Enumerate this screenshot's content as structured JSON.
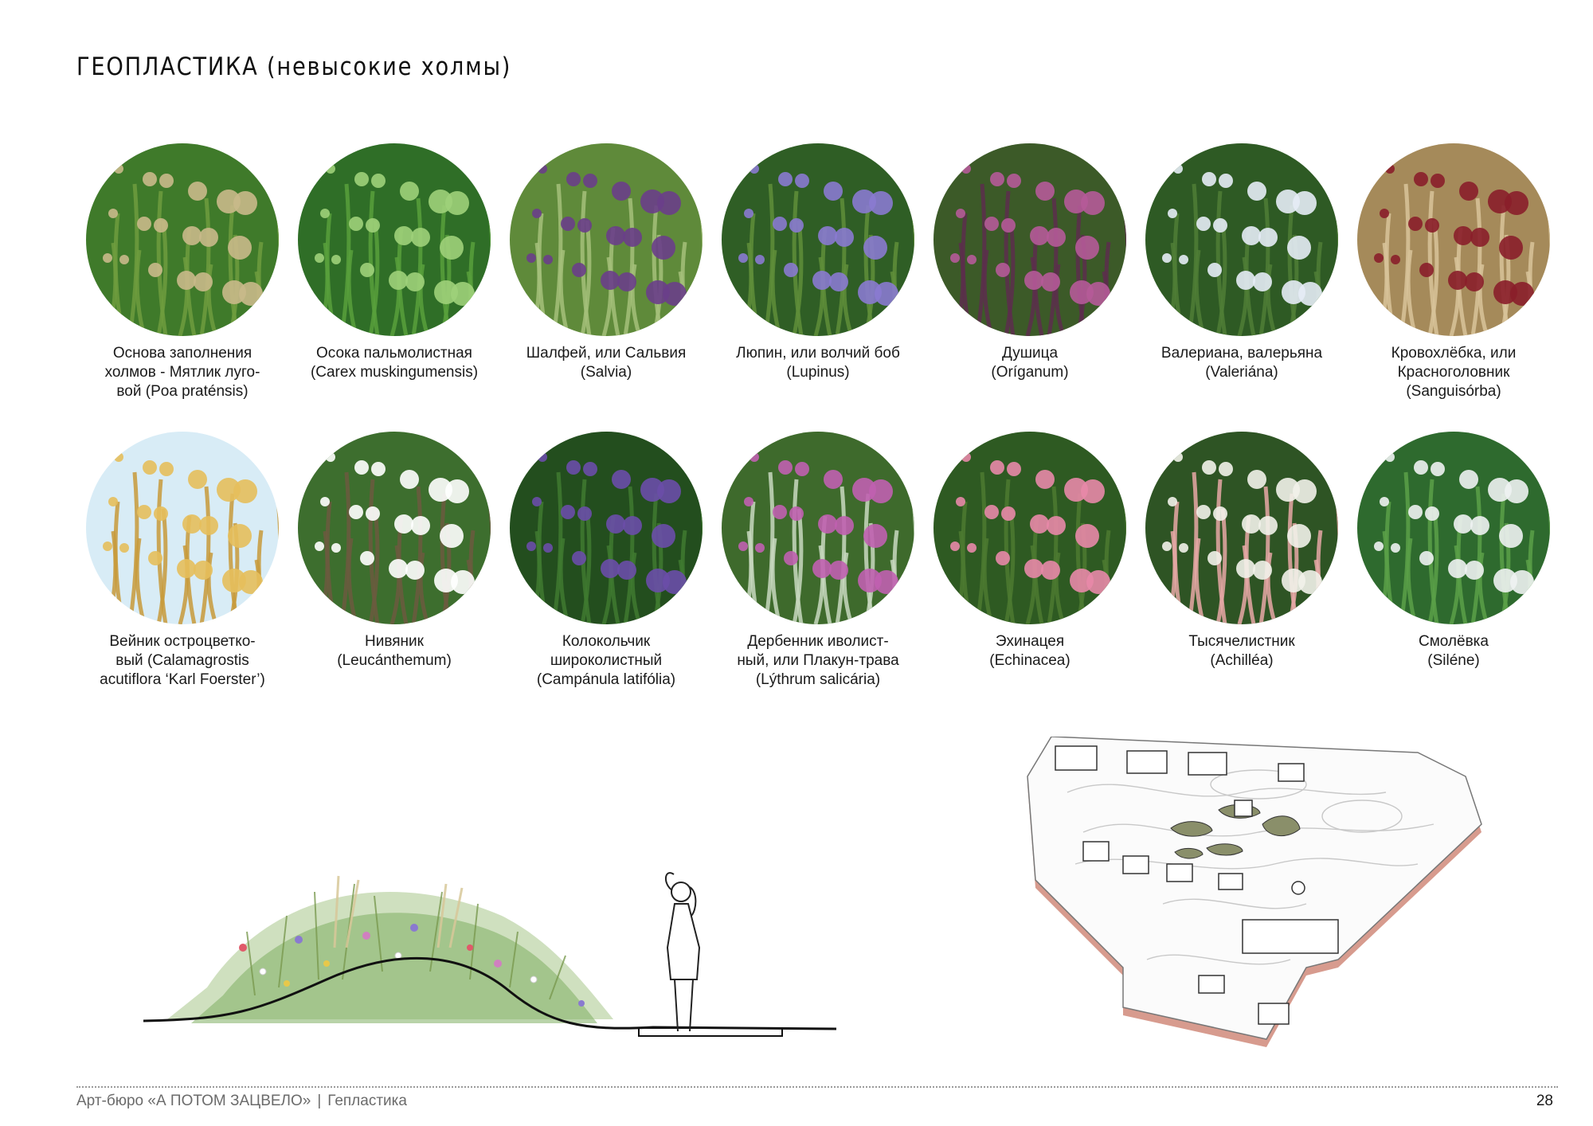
{
  "page": {
    "title": "ГЕОПЛАСТИКА (невысокие холмы)"
  },
  "plants": [
    {
      "lines": [
        "Основа заполнения",
        "холмов - Мятлик луго-",
        "вой (Poa praténsis)"
      ],
      "photo_colors": [
        "#3f7a2a",
        "#6f9c3e",
        "#c9b98a"
      ],
      "photo_icon": "meadow-grass-icon"
    },
    {
      "lines": [
        "Осока пальмолистная",
        "(Carex muskingumensis)"
      ],
      "photo_colors": [
        "#2f6e27",
        "#58a03c",
        "#9fd07a"
      ],
      "photo_icon": "sedge-icon"
    },
    {
      "lines": [
        "Шалфей, или Сальвия",
        "(Salvia)"
      ],
      "photo_colors": [
        "#5f8a3a",
        "#a4c07a",
        "#6a3e8a"
      ],
      "photo_icon": "salvia-icon"
    },
    {
      "lines": [
        "Люпин, или волчий боб",
        "(Lupinus)"
      ],
      "photo_colors": [
        "#2f5e25",
        "#5f8e3a",
        "#8a7ad0"
      ],
      "photo_icon": "lupine-icon"
    },
    {
      "lines": [
        "Душица",
        "(Oríganum)"
      ],
      "photo_colors": [
        "#3c5a28",
        "#5c2e4c",
        "#b55a98"
      ],
      "photo_icon": "oregano-icon"
    },
    {
      "lines": [
        "Валериана, валерьяна",
        "(Valeriána)"
      ],
      "photo_colors": [
        "#2e5a24",
        "#4f7e36",
        "#e6ecf6"
      ],
      "photo_icon": "valerian-icon"
    },
    {
      "lines": [
        "Кровохлёбка, или",
        "Красноголовник",
        "(Sanguisórba)"
      ],
      "photo_colors": [
        "#a58a5a",
        "#d8c39a",
        "#8a1e2a"
      ],
      "photo_icon": "burnet-icon"
    },
    {
      "lines": [
        "Вейник остроцветко-",
        "вый (Calamagrostis",
        "acutiflora ‘Karl Foerster’)"
      ],
      "photo_colors": [
        "#d8ecf6",
        "#c89a3a",
        "#e6bf5c"
      ],
      "photo_icon": "feather-reed-grass-icon"
    },
    {
      "lines": [
        "Нивяник",
        "(Leucánthemum)"
      ],
      "photo_colors": [
        "#3d6e2e",
        "#6b5a3e",
        "#ffffff"
      ],
      "photo_icon": "daisy-icon"
    },
    {
      "lines": [
        "Колокольчик",
        "широколистный",
        "(Campánula latifólia)"
      ],
      "photo_colors": [
        "#234e1e",
        "#3f7a30",
        "#6a4ea8"
      ],
      "photo_icon": "bellflower-icon"
    },
    {
      "lines": [
        "Дербенник иволист-",
        "ный, или Плакун-трава",
        "(Lýthrum salicária)"
      ],
      "photo_colors": [
        "#3e6a2c",
        "#c8d8c0",
        "#c060b0"
      ],
      "photo_icon": "loosestrife-icon"
    },
    {
      "lines": [
        "Эхинацея",
        "(Echinacea)"
      ],
      "photo_colors": [
        "#2e5a22",
        "#4c7a30",
        "#e888a8"
      ],
      "photo_icon": "echinacea-icon"
    },
    {
      "lines": [
        "Тысячелистник",
        "(Achilléa)"
      ],
      "photo_colors": [
        "#2e5424",
        "#e6a8a6",
        "#f2f2ea"
      ],
      "photo_icon": "yarrow-icon"
    },
    {
      "lines": [
        "Смолёвка",
        "(Siléne)"
      ],
      "photo_colors": [
        "#2e6a2e",
        "#5aa048",
        "#eef2f2"
      ],
      "photo_icon": "silene-icon"
    }
  ],
  "footer": {
    "studio": "Арт-бюро «А ПОТОМ ЗАЦВЕЛО»",
    "separator": "|",
    "section": "Гепластика",
    "page_number": "28"
  }
}
